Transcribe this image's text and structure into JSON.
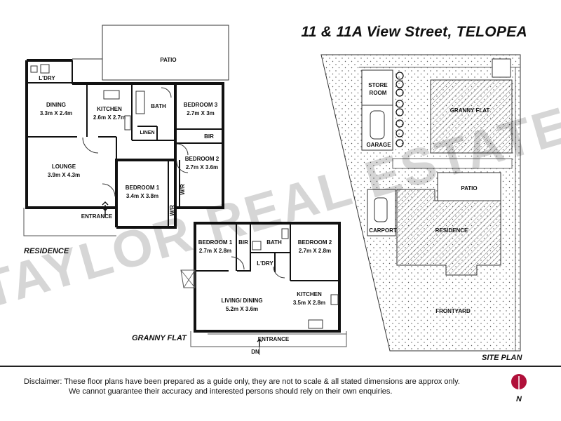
{
  "title": "11 & 11A View Street, TELOPEA",
  "watermark": "TAYLOR REAL ESTATE",
  "sections": {
    "residence": "RESIDENCE",
    "granny_flat": "GRANNY FLAT",
    "site_plan": "SITE PLAN"
  },
  "residence": {
    "rooms": {
      "patio": "PATIO",
      "ldry": "L'DRY",
      "dining": "DINING",
      "dining_dim": "3.3m X 2.4m",
      "kitchen": "KITCHEN",
      "kitchen_dim": "2.6m X 2.7m",
      "bath": "BATH",
      "linen": "LINEN",
      "bed3": "BEDROOM 3",
      "bed3_dim": "2.7m X 3m",
      "bir": "BIR",
      "bed2": "BEDROOM 2",
      "bed2_dim": "2.7m X 3.6m",
      "lounge": "LOUNGE",
      "lounge_dim": "3.9m X 4.3m",
      "bed1": "BEDROOM 1",
      "bed1_dim": "3.4m X 3.8m",
      "wr": "W/R",
      "entrance": "ENTRANCE"
    }
  },
  "granny": {
    "rooms": {
      "bed1": "BEDROOM 1",
      "bed1_dim": "2.7m X 2.8m",
      "bir": "BIR",
      "bath": "BATH",
      "ldry": "L'DRY",
      "bed2": "BEDROOM 2",
      "bed2_dim": "2.7m X 2.8m",
      "living": "LIVING/ DINING",
      "living_dim": "5.2m X 3.6m",
      "kitchen": "KITCHEN",
      "kitchen_dim": "3.5m X 2.8m",
      "entrance": "ENTRANCE",
      "dn": "DN"
    }
  },
  "site": {
    "store_room_1": "STORE",
    "store_room_2": "ROOM",
    "garage": "GARAGE",
    "granny_flat": "GRANNY FLAT",
    "patio": "PATIO",
    "carport": "CARPORT",
    "residence": "RESIDENCE",
    "frontyard": "FRONTYARD"
  },
  "disclaimer": {
    "line1": "Disclaimer:  These floor plans have been prepared as a guide only, they are not to scale & all stated dimensions are approx only.",
    "line2": "We cannot guarantee their accuracy and interested persons should rely on their own enquiries."
  },
  "compass": {
    "label": "N",
    "color": "#b0103a"
  }
}
